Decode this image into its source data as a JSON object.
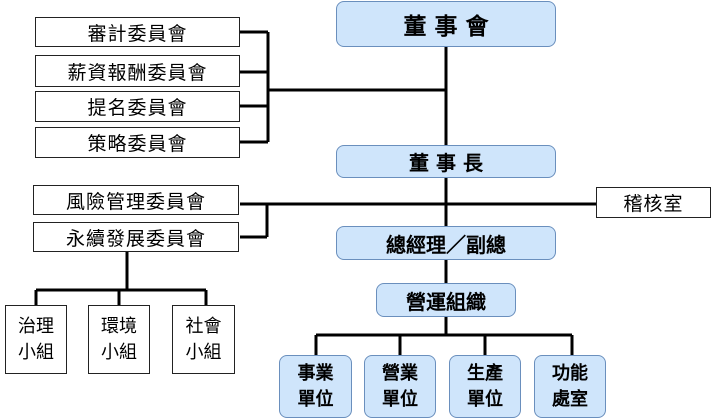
{
  "board": "董 事 會",
  "chairman": "董 事 長",
  "gm": "總經理／副總",
  "operations": "營運組織",
  "audit": "稽核室",
  "committees": [
    "審計委員會",
    "薪資報酬委員會",
    "提名委員會",
    "策略委員會"
  ],
  "committees2": [
    "風險管理委員會",
    "永續發展委員會"
  ],
  "groups": [
    [
      "治理",
      "小組"
    ],
    [
      "環境",
      "小組"
    ],
    [
      "社會",
      "小組"
    ]
  ],
  "units": [
    [
      "事業",
      "單位"
    ],
    [
      "營業",
      "單位"
    ],
    [
      "生產",
      "單位"
    ],
    [
      "功能",
      "處室"
    ]
  ],
  "colors": {
    "box_fill": "#cfe5fb",
    "box_border": "#6a8fbd"
  }
}
